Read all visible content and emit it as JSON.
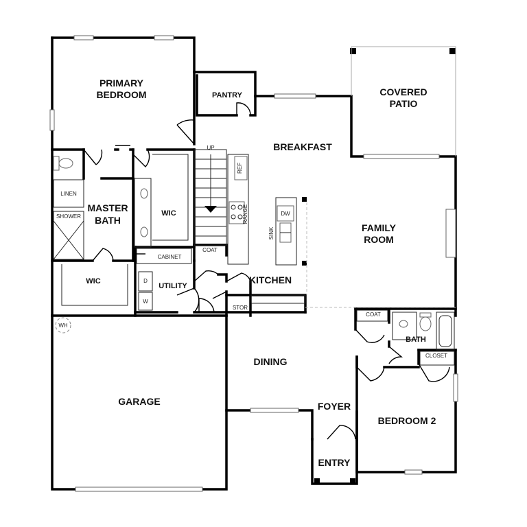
{
  "rooms": {
    "primary_bedroom_1": "PRIMARY",
    "primary_bedroom_2": "BEDROOM",
    "pantry": "PANTRY",
    "covered_patio_1": "COVERED",
    "covered_patio_2": "PATIO",
    "breakfast": "BREAKFAST",
    "master_bath_1": "MASTER",
    "master_bath_2": "BATH",
    "wic_upper": "WIC",
    "wic_lower": "WIC",
    "family_room_1": "FAMILY",
    "family_room_2": "ROOM",
    "kitchen": "KITCHEN",
    "utility": "UTILITY",
    "garage": "GARAGE",
    "dining": "DINING",
    "foyer": "FOYER",
    "entry": "ENTRY",
    "bedroom_2": "BEDROOM 2",
    "bath": "BATH"
  },
  "fixtures": {
    "up": "UP",
    "ref": "REF",
    "range": "RANGE",
    "dw": "DW",
    "sink": "SINK",
    "linen": "LINEN",
    "shower": "SHOWER",
    "coat_stair": "COAT",
    "cabinet": "CABINET",
    "dryer": "D",
    "washer": "W",
    "stor": "STOR",
    "coat_hall": "COAT",
    "closet": "CLOSET",
    "wh": "WH"
  }
}
